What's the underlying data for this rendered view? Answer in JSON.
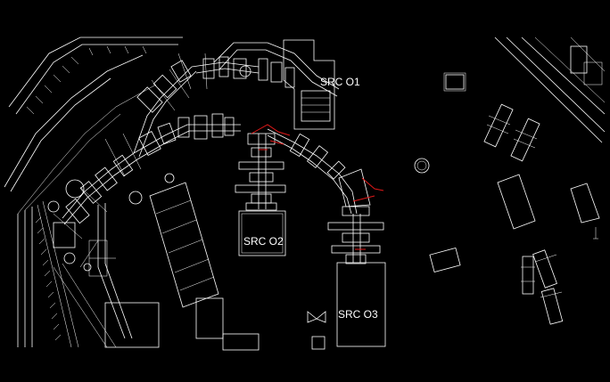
{
  "diagram": {
    "background": "#000000",
    "line_color": "#ffffff",
    "accent_color": "#e01818",
    "labels": {
      "src_o1": "SRC O1",
      "src_o2": "SRC O2",
      "src_o3": "SRC O3"
    }
  }
}
